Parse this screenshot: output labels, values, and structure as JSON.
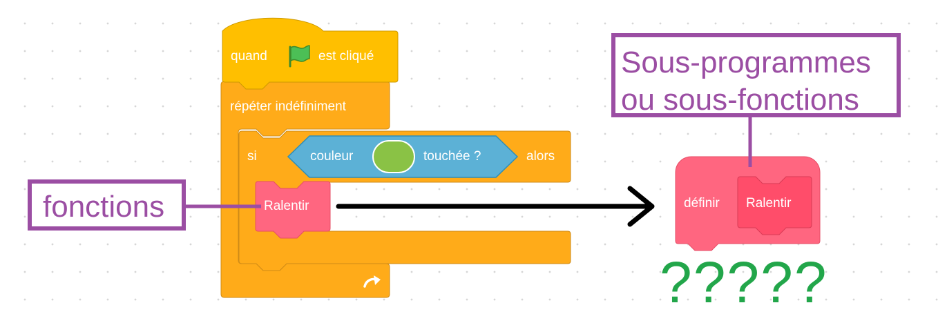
{
  "event_block": {
    "text_when": "quand",
    "icon": "green-flag-icon",
    "text_clicked": "est cliqué",
    "color": "#ffbf00"
  },
  "forever_block": {
    "label": "répéter indéfiniment",
    "icon": "loop-arrow-icon",
    "color": "#ffab19"
  },
  "if_block": {
    "label_if": "si",
    "label_then": "alors"
  },
  "sensing_block": {
    "label_color": "couleur",
    "label_touched": "touchée ?",
    "swatch_color": "#8ac245",
    "color": "#5cb1d6"
  },
  "call_block": {
    "label": "Ralentir",
    "color": "#ff6680"
  },
  "define_block": {
    "label_define": "définir",
    "label_name": "Ralentir",
    "color": "#ff6680",
    "inner_color": "#ff4d6a"
  },
  "callouts": {
    "functions": "fonctions",
    "subprograms_line1": "Sous-programmes",
    "subprograms_line2": "ou sous-fonctions",
    "color": "#9b4ea3"
  },
  "question_marks": "?????"
}
